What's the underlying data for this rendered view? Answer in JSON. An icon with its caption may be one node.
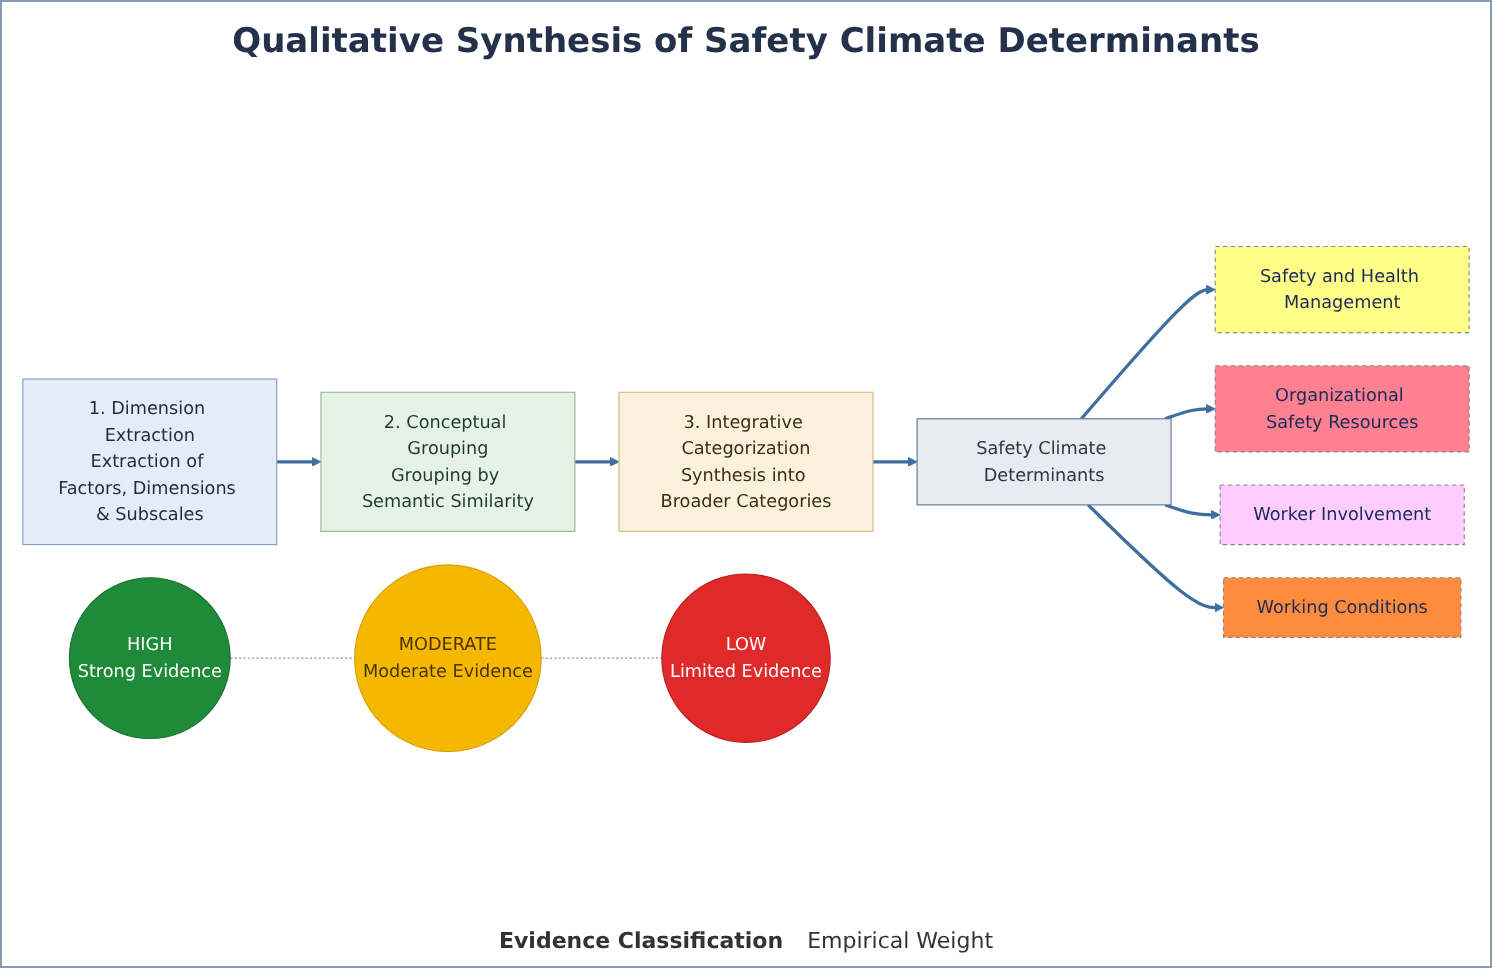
{
  "diagram": {
    "title": "Qualitative Synthesis of Safety Climate Determinants",
    "nodes": [
      {
        "text": [
          "1. Dimension Extraction",
          "Extraction of Factors, Dimensions & Subscales"
        ]
      },
      {
        "text": [
          "2. Conceptual Grouping",
          "Grouping by Semantic Similarity"
        ]
      },
      {
        "text": [
          "3. Integrative Categorization",
          "Synthesis into Broader Categories"
        ]
      },
      {
        "text": [
          "Safety Climate Determinants"
        ]
      },
      {
        "text": [
          "Safety and Health Management"
        ]
      },
      {
        "text": [
          "Organizational Safety Resources"
        ]
      },
      {
        "text": [
          "Worker Involvement"
        ]
      },
      {
        "text": [
          "Working Conditions"
        ]
      },
      {
        "text": [
          "HIGH",
          "Strong Evidence"
        ]
      },
      {
        "text": [
          "MODERATE",
          "Moderate Evidence"
        ]
      },
      {
        "text": [
          "LOW",
          "Limited Evidence"
        ]
      }
    ],
    "edges": [
      {
        "from": 0,
        "to": 1,
        "arrow": "to"
      },
      {
        "from": 1,
        "to": 2,
        "arrow": "to"
      },
      {
        "from": 2,
        "to": 3,
        "arrow": "to"
      },
      {
        "from": 3,
        "to": 4,
        "arrow": "to"
      },
      {
        "from": 3,
        "to": 5,
        "arrow": "to"
      },
      {
        "from": 3,
        "to": 6,
        "arrow": "to"
      },
      {
        "from": 3,
        "to": 7,
        "arrow": "to"
      },
      {
        "from": 8,
        "to": 9,
        "arrow": "none",
        "style": "dashed",
        "color": "#8899aa"
      },
      {
        "from": 9,
        "to": 10,
        "arrow": "none",
        "style": "dashed",
        "color": "#8899aa"
      }
    ],
    "labels": [
      "Evidence Classification",
      "Empirical Weight"
    ]
  }
}
